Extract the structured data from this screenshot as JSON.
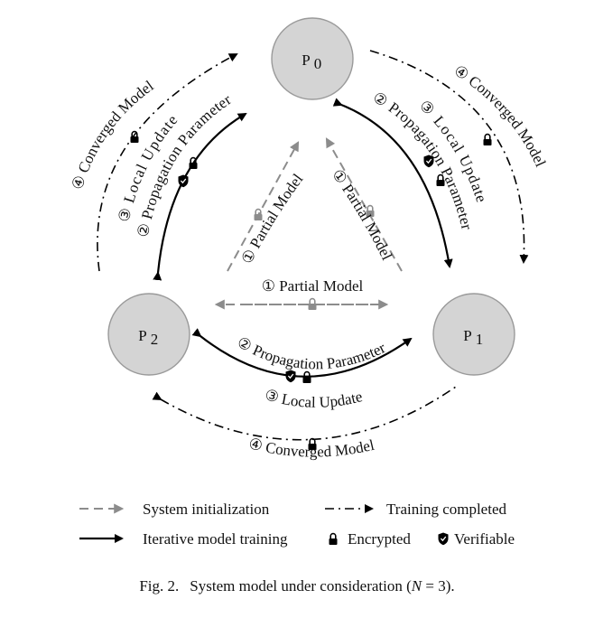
{
  "nodes": [
    {
      "id": "P0",
      "base": "P",
      "sub": "0"
    },
    {
      "id": "P1",
      "base": "P",
      "sub": "1"
    },
    {
      "id": "P2",
      "base": "P",
      "sub": "2"
    }
  ],
  "labels": {
    "partial_model": "① Partial Model",
    "propagation_parameter": "② Propagation Parameter",
    "local_update": "③ Local Update",
    "converged_model": "④ Converged Model"
  },
  "legend": {
    "system_initialization": "System initialization",
    "training_completed": "Training completed",
    "iterative_training": "Iterative model training",
    "encrypted": "Encrypted",
    "verifiable": "Verifiable"
  },
  "caption": {
    "prefix": "Fig. 2.",
    "text": "System model under consideration (",
    "var": "N",
    "suffix": " = 3)."
  },
  "colors": {
    "init_arrow": "#8c8c8c",
    "node_fill": "#d4d4d4",
    "solid": "#000000"
  }
}
